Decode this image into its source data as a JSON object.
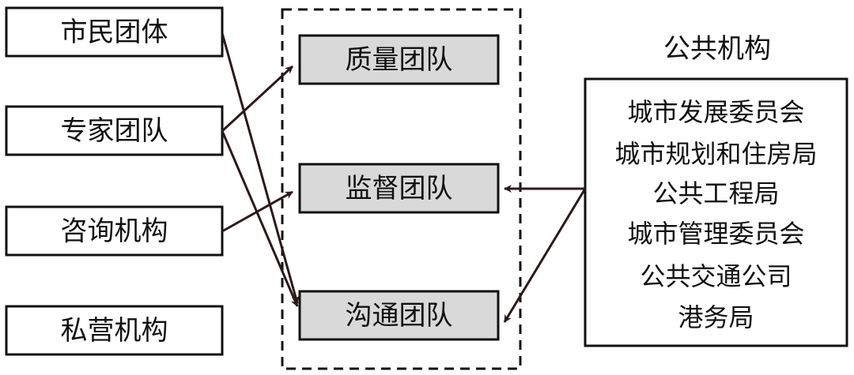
{
  "left_entities": [
    {
      "label": "市民团体"
    },
    {
      "label": "专家团队"
    },
    {
      "label": "咨询机构"
    },
    {
      "label": "私营机构"
    }
  ],
  "center_teams": [
    {
      "label": "质量团队"
    },
    {
      "label": "监督团队"
    },
    {
      "label": "沟通团队"
    }
  ],
  "public_institutions": {
    "heading": "公共机构",
    "items": [
      "城市发展委员会",
      "城市规划和住房局",
      "公共工程局",
      "城市管理委员会",
      "公共交通公司",
      "港务局"
    ]
  },
  "colors": {
    "line": "#111111",
    "team_fill": "#d9d9d9",
    "arrow": "#2b1a1a"
  }
}
